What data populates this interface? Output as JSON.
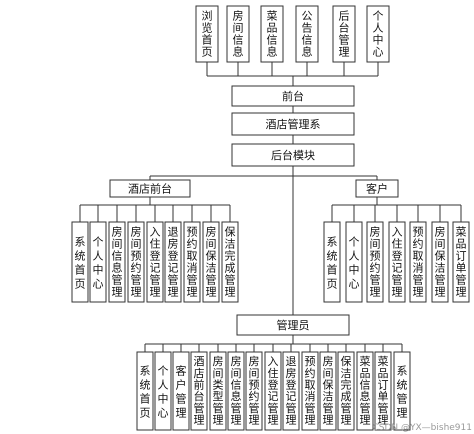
{
  "diagram": {
    "top_items": [
      "浏览首页",
      "房间信息",
      "菜品信息",
      "公告信息",
      "后台管理",
      "个人中心"
    ],
    "frontend": "前台",
    "system": "酒店管理系",
    "backend": "后台模块",
    "hotel_frontend": {
      "title": "酒店前台",
      "items": [
        "系统首页",
        "个人中心",
        "房间信息管理",
        "房间预约管理",
        "入住登记管理",
        "退房登记管理",
        "预约取消管理",
        "房间保洁管理",
        "保洁完成管理"
      ]
    },
    "customer": {
      "title": "客户",
      "items": [
        "系统首页",
        "个人中心",
        "房间预约管理",
        "入住登记管理",
        "预约取消管理",
        "房间保洁管理",
        "菜品订单管理"
      ]
    },
    "admin": {
      "title": "管理员",
      "items": [
        "系统首页",
        "个人中心",
        "客户管理",
        "酒店前台管理",
        "房间类型管理",
        "房间信息管理",
        "房间预约管理",
        "入住登记管理",
        "退房登记管理",
        "预约取消管理",
        "房间保洁管理",
        "保洁完成管理",
        "菜品信息管理",
        "菜品订单管理",
        "系统管理"
      ]
    },
    "watermark": "CSDN @YX—bishe911"
  }
}
